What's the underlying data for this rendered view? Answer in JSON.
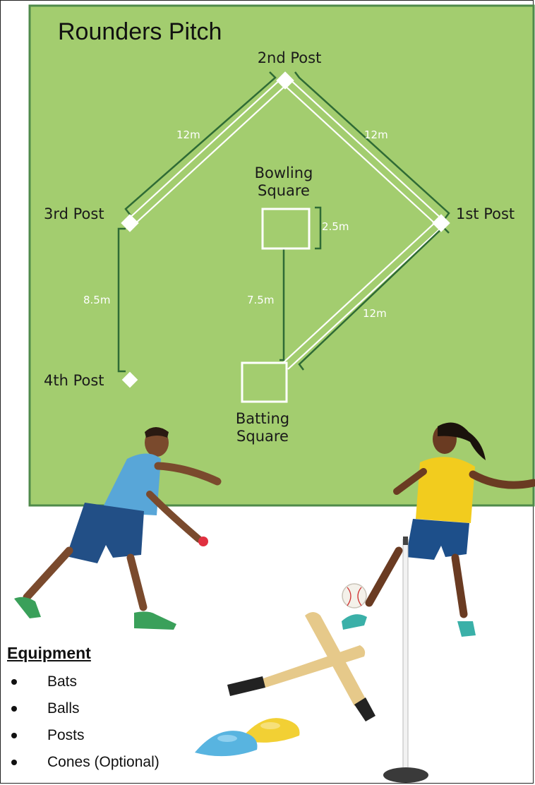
{
  "pitch": {
    "title": "Rounders Pitch",
    "colors": {
      "grass": "#a3cd6f",
      "border": "#4f8a4a",
      "lines": "#ffffff",
      "dimension": "#2f6b35"
    },
    "posts": {
      "second": "2nd Post",
      "first": "1st Post",
      "third": "3rd Post",
      "fourth": "4th Post"
    },
    "squares": {
      "bowling_line1": "Bowling",
      "bowling_line2": "Square",
      "batting_line1": "Batting",
      "batting_line2": "Square"
    },
    "distances": {
      "third_to_second": "12m",
      "second_to_first": "12m",
      "first_to_batting": "12m",
      "fourth_to_third": "8.5m",
      "batting_to_bowling": "7.5m",
      "bowling_square_size": "2.5m"
    }
  },
  "equipment": {
    "heading": "Equipment",
    "items": [
      "Bats",
      "Balls",
      "Posts",
      "Cones (Optional)"
    ]
  }
}
